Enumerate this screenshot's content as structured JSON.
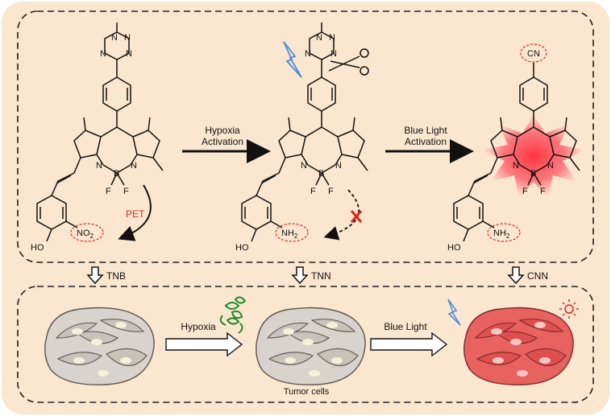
{
  "colors": {
    "background": "#fbe6cf",
    "red": "#e0241b",
    "blue_bolt": "#4a90d9",
    "cell_gray": "#d9d3cd",
    "cell_red": "#e8625f",
    "bright_red": "#f43c4a"
  },
  "molecules": {
    "tnb": {
      "nitro": "NO",
      "nitro_sub": "2",
      "ho": "HO",
      "b": "B",
      "f1": "F",
      "f2": "F",
      "n1": "N",
      "n2": "N"
    },
    "tnn": {
      "amine": "NH",
      "amine_sub": "2",
      "ho": "HO",
      "b": "B",
      "f1": "F",
      "f2": "F",
      "n1": "N",
      "n2": "N"
    },
    "cnn": {
      "cn": "CN",
      "amine": "NH",
      "amine_sub": "2",
      "ho": "HO",
      "b": "B",
      "f1": "F",
      "f2": "F",
      "n1": "N",
      "n2": "N"
    }
  },
  "tetrazine_n": "N",
  "pet_label": "PET",
  "arrows": {
    "hypoxia_line1": "Hypoxia",
    "hypoxia_line2": "Activation",
    "blue_line1": "Blue Light",
    "blue_line2": "Activation"
  },
  "down_labels": [
    "TNB",
    "TNN",
    "CNN"
  ],
  "bottom": {
    "hypoxia": "Hypoxia",
    "blue_light": "Blue Light",
    "tumor_cells": "Tumor cells"
  },
  "icons": [
    "lightning-bolt-icon",
    "scissors-icon",
    "sun-icon",
    "protein-icon",
    "cross-mark-icon"
  ]
}
